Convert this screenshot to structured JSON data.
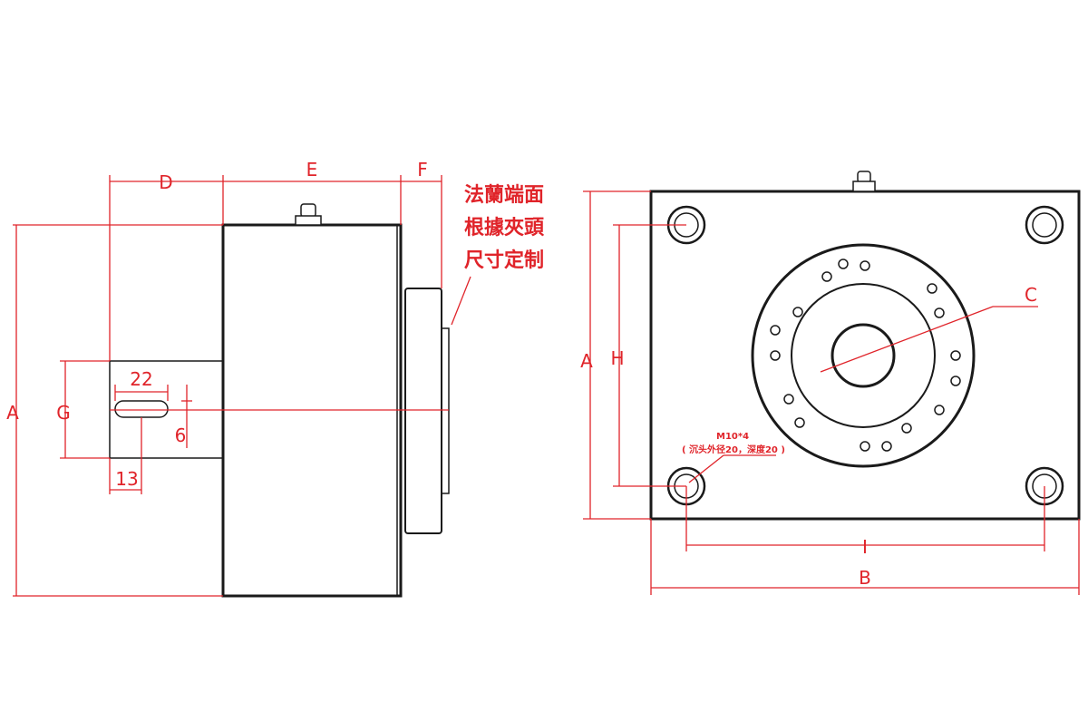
{
  "side_view": {
    "dims": {
      "A": "A",
      "D": "D",
      "E": "E",
      "F": "F",
      "G": "G",
      "w22": "22",
      "w6": "6",
      "w13": "13"
    },
    "note_lines": [
      "法蘭端面",
      "根據夾頭",
      "尺寸定制"
    ]
  },
  "front_view": {
    "dims": {
      "A": "A",
      "H": "H",
      "C": "C",
      "I": "I",
      "B": "B"
    },
    "hole_callout": {
      "thread": "M10*4",
      "detail": "( 沉头外径20，深度20 )"
    }
  },
  "colors": {
    "dimension": "#e0242a",
    "outline": "#1a1a1a"
  }
}
